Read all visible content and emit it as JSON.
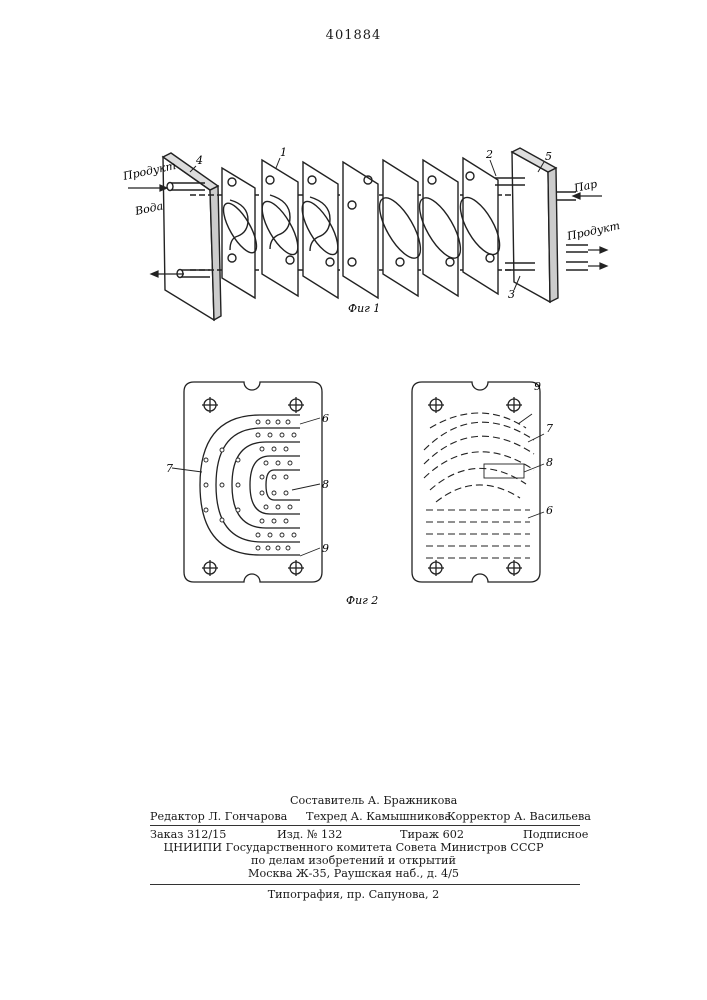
{
  "patent_number": "401884",
  "fig1": {
    "caption": "Фиг 1",
    "labels": {
      "product_in": "Продукт",
      "water": "Вода",
      "steam": "Пар",
      "product_out": "Продукт",
      "ref_1": "1",
      "ref_2": "2",
      "ref_3": "3",
      "ref_4": "4",
      "ref_5": "5"
    }
  },
  "fig2": {
    "caption": "Фиг 2",
    "left_plate": {
      "ref_6": "6",
      "ref_7": "7",
      "ref_8": "8",
      "ref_9": "9"
    },
    "right_plate": {
      "ref_9": "9",
      "ref_7": "7",
      "ref_8": "8",
      "ref_6": "6"
    }
  },
  "imprint": {
    "compiler": "Составитель А. Бражникова",
    "editor": "Редактор Л. Гончарова",
    "techred": "Техред А. Камышникова",
    "corrector": "Корректор А. Васильева",
    "order": "Заказ 312/15",
    "edition": "Изд. № 132",
    "circulation": "Тираж 602",
    "subscription": "Подписное",
    "org_line1": "ЦНИИПИ Государственного комитета Совета Министров СССР",
    "org_line2": "по делам изобретений и открытий",
    "org_line3": "Москва Ж-35, Раушская наб., д. 4/5",
    "printer": "Типография, пр. Сапунова, 2"
  }
}
